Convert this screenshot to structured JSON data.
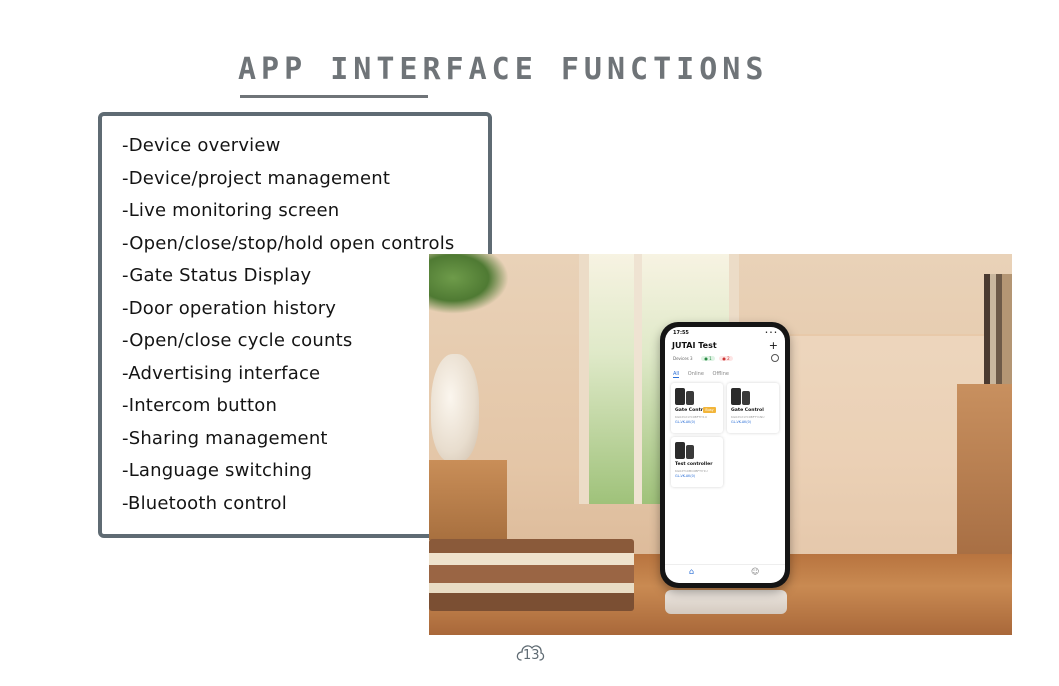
{
  "header": {
    "title": "APP INTERFACE FUNCTIONS"
  },
  "features": [
    "-Device overview",
    "-Device/project management",
    "-Live monitoring screen",
    "-Open/close/stop/hold open controls",
    "-Gate Status Display",
    "-Door operation history",
    "-Open/close cycle counts",
    "-Advertising interface",
    "-Intercom button",
    "-Sharing management",
    "-Language switching",
    "-Bluetooth control"
  ],
  "phone_app": {
    "status_time": "17:55",
    "status_right": "• • •",
    "title": "JUTAI Test",
    "add_icon": "plus-icon",
    "devices_label": "Devices 3",
    "online_chip": "● 1",
    "offline_chip": "● 2",
    "tabs": [
      "All",
      "Online",
      "Offline"
    ],
    "cards": [
      {
        "name": "Gate Control",
        "tag": "Busy",
        "sub": "KG02V21YC0BFTIY1U",
        "ip": "GL-VK-AK(0)"
      },
      {
        "name": "Gate Control",
        "tag": "",
        "sub": "KG02V21YC0BFTY1NU",
        "ip": "GL-VK-AK(0)"
      },
      {
        "name": "Test controller",
        "tag": "",
        "sub": "KG02T10MC0BFTIY1U",
        "ip": "GL-VK-AK(0)"
      }
    ],
    "nav": [
      "home-icon",
      "person-icon"
    ]
  },
  "footer": {
    "page_number": "13"
  },
  "colors": {
    "title_gray": "#6f7478",
    "box_border": "#5f6b73",
    "accent_blue": "#2b6fd6"
  }
}
